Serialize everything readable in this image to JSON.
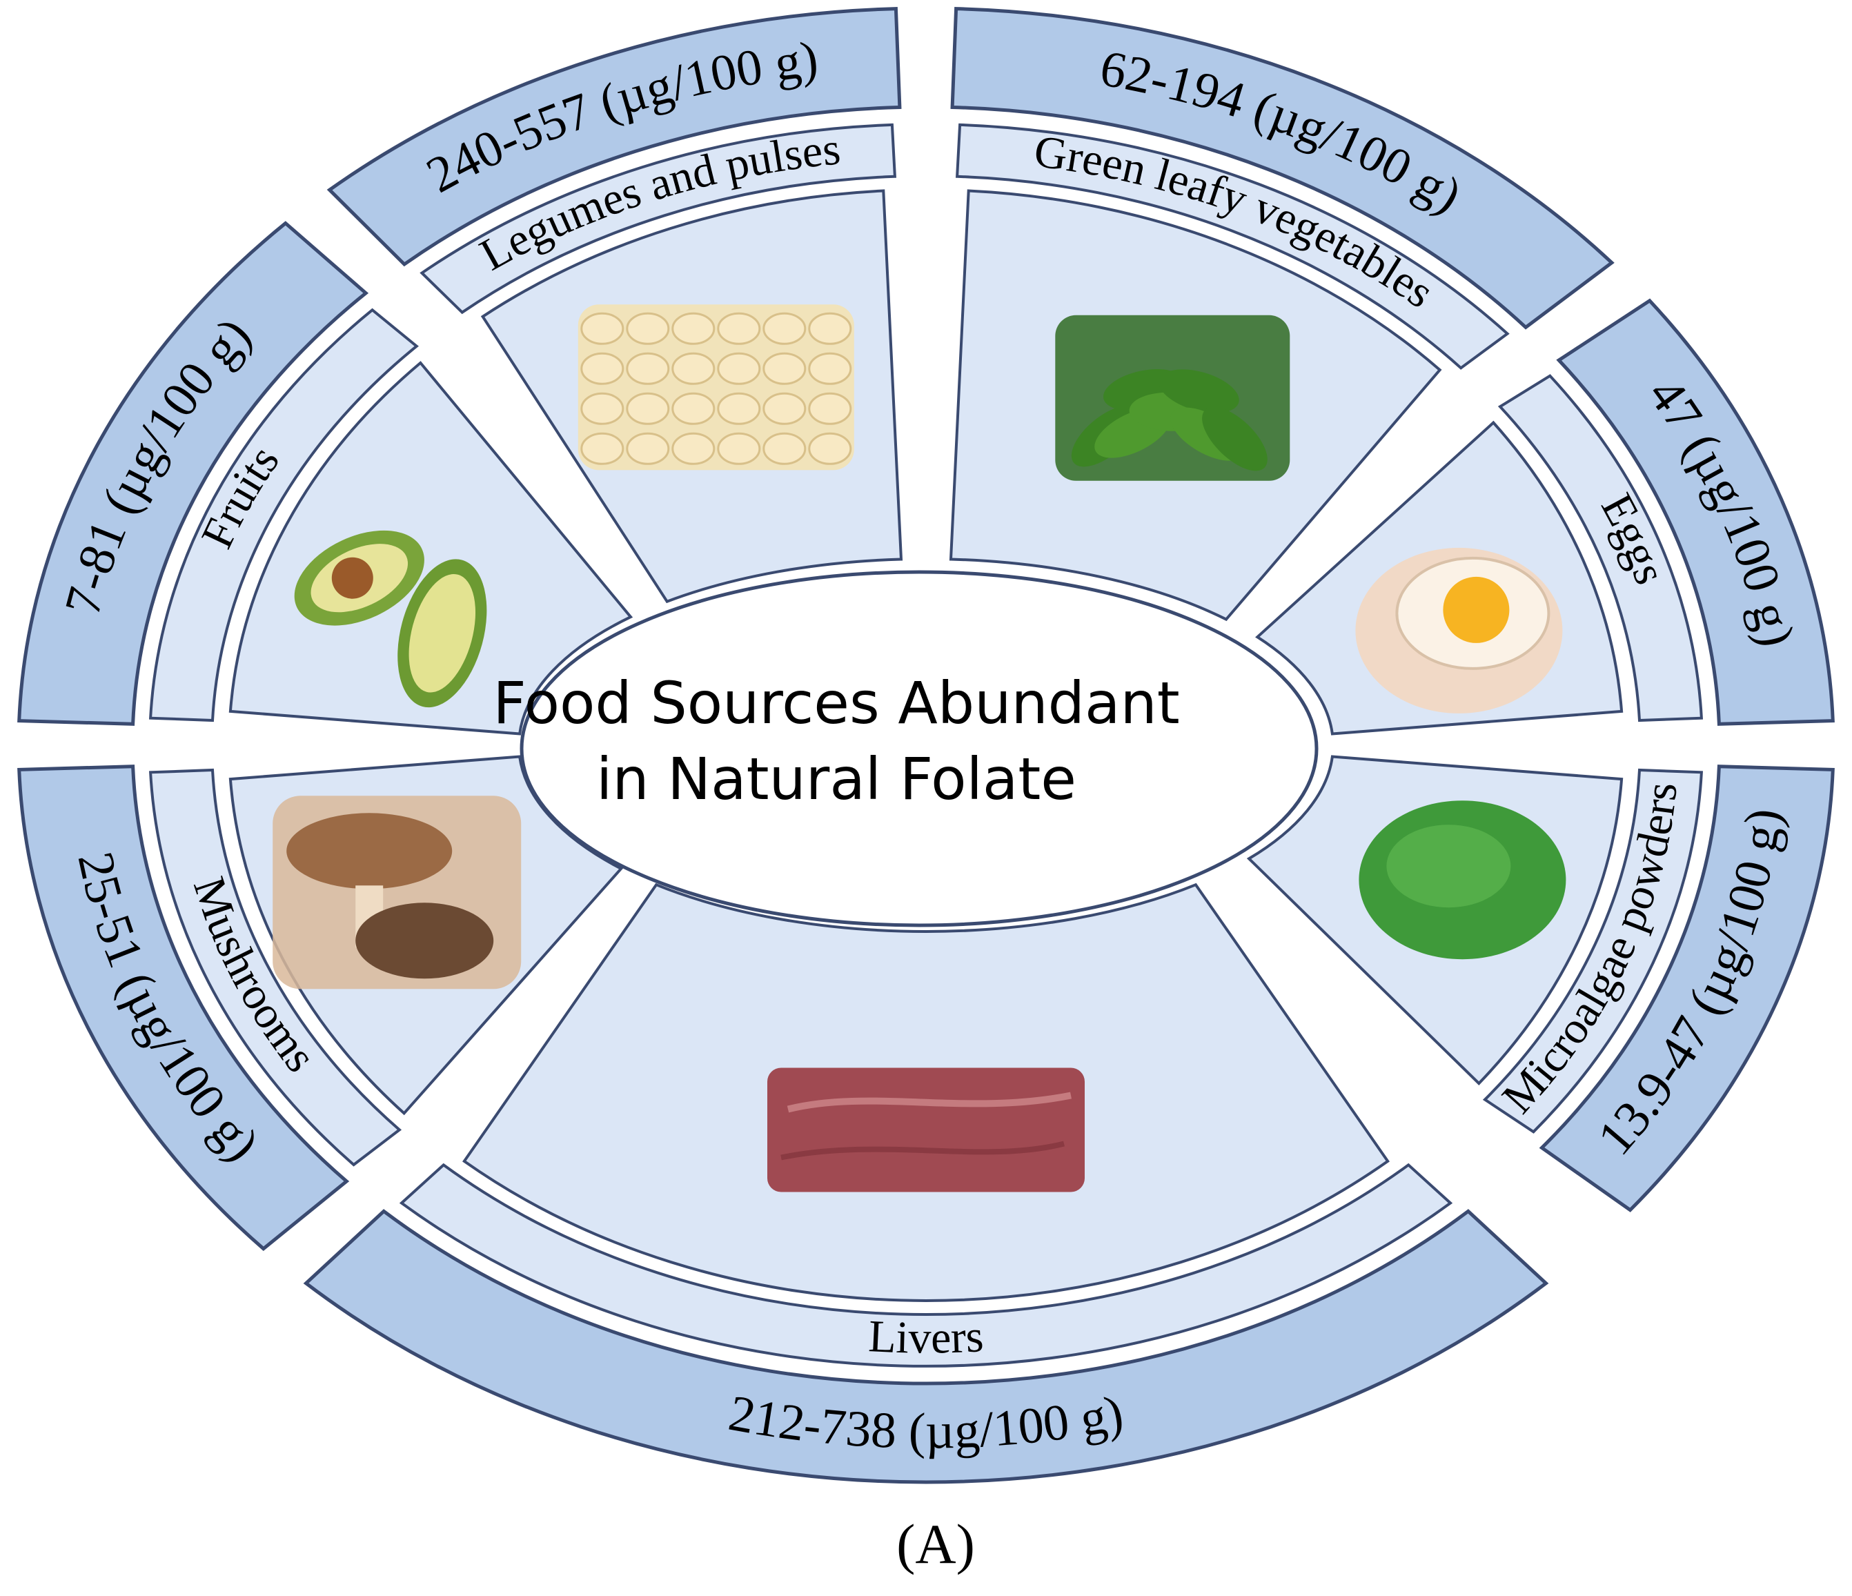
{
  "title": {
    "line1": "Food Sources Abundant",
    "line2": "in Natural Folate"
  },
  "caption": "(A)",
  "colors": {
    "outer_ring": "#b1c9e8",
    "inner_ring": "#dbe6f6",
    "stroke": "#3a4a70",
    "background": "#ffffff"
  },
  "segments": [
    {
      "id": "legumes",
      "category": "Legumes and pulses",
      "amount": "240-557 (µg/100 g)",
      "icon": "white-beans-photo"
    },
    {
      "id": "greens",
      "category": "Green leafy vegetables",
      "amount": "62-194  (µg/100 g)",
      "icon": "spinach-photo"
    },
    {
      "id": "eggs",
      "category": "Eggs",
      "amount": "47 (µg/100 g)",
      "icon": "egg-yolk-photo"
    },
    {
      "id": "microalgae",
      "category": "Microalgae powders",
      "amount": "13.9-47 (µg/100 g)",
      "icon": "green-powder-photo"
    },
    {
      "id": "livers",
      "category": "Livers",
      "amount": "212-738 (µg/100 g)",
      "icon": "liver-photo"
    },
    {
      "id": "mushrooms",
      "category": "Mushrooms",
      "amount": "25-51 (µg/100 g)",
      "icon": "mushrooms-photo"
    },
    {
      "id": "fruits",
      "category": "Fruits",
      "amount": "7-81  (µg/100 g)",
      "icon": "avocado-photo"
    }
  ]
}
